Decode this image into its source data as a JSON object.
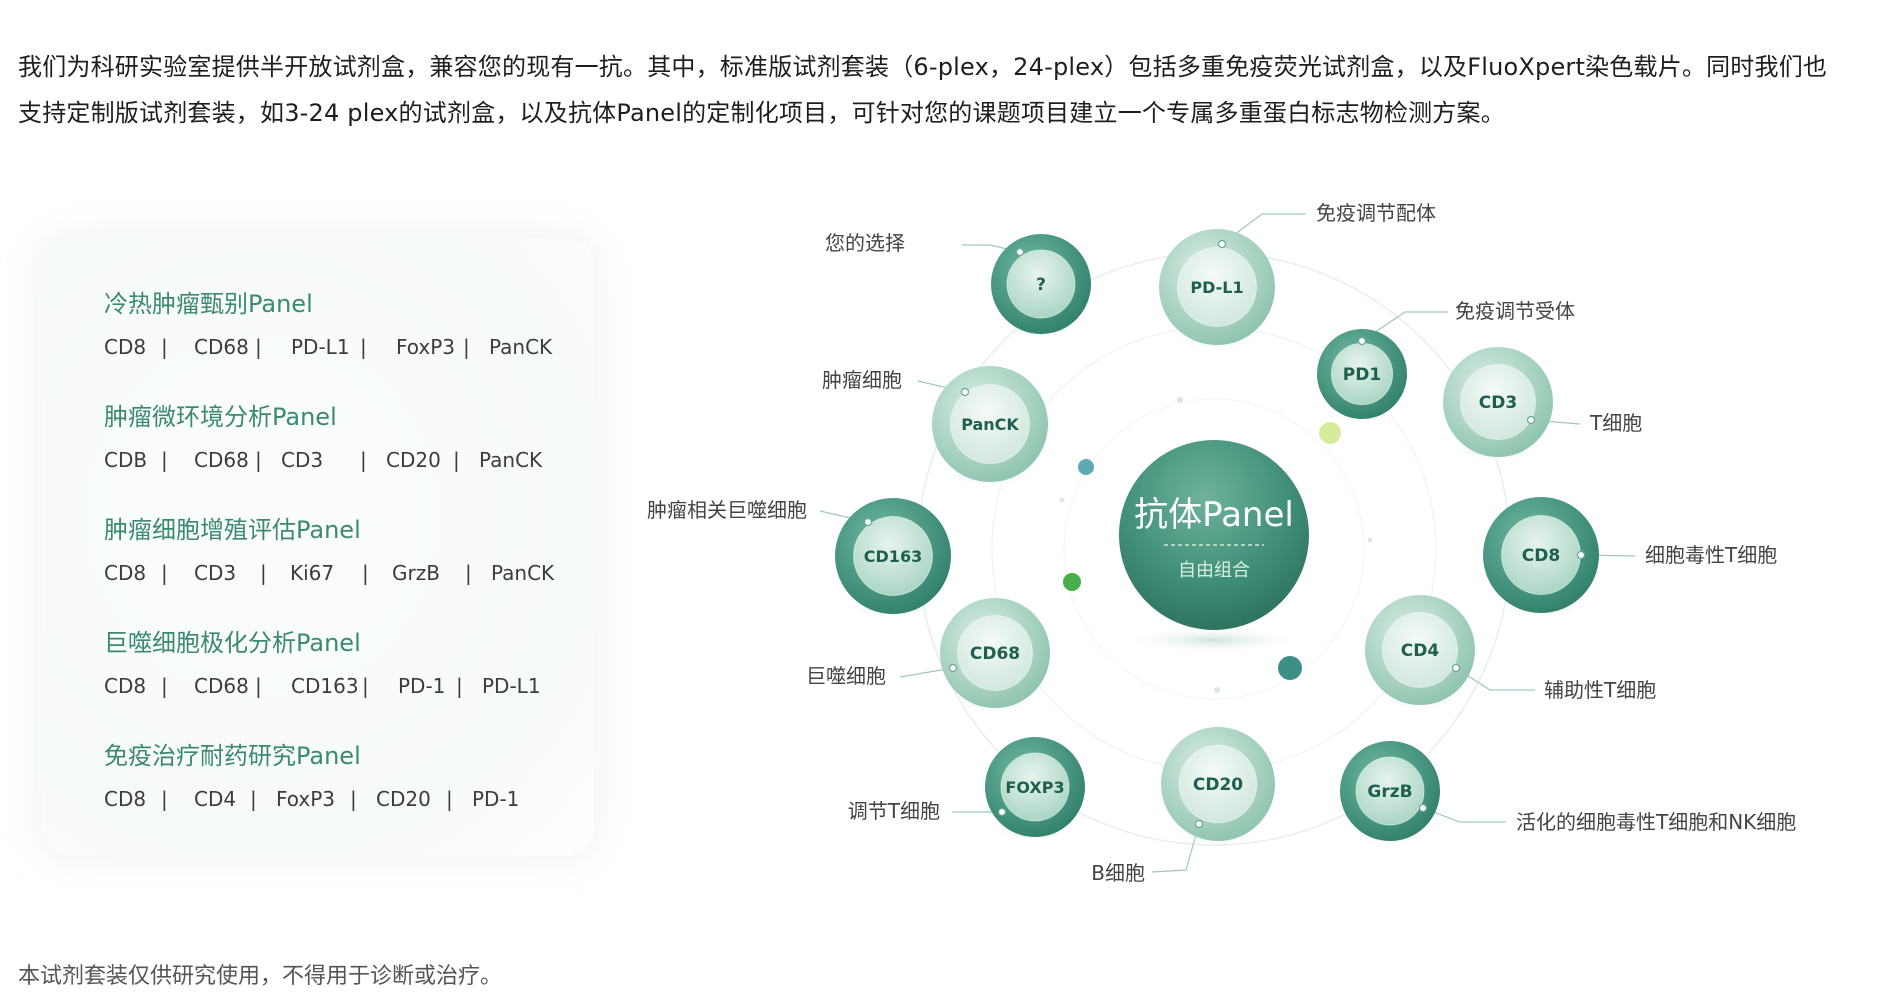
{
  "intro": {
    "line1": "我们为科研实验室提供半开放试剂盒，兼容您的现有一抗。其中，标准版试剂套装（6-plex，24-plex）包括多重免疫荧光试剂盒，以及FluoXpert染色载片。同时我们也",
    "line2": "支持定制版试剂套装，如3-24 plex的试剂盒，以及抗体Panel的定制化项目，可针对您的课题项目建立一个专属多重蛋白标志物检测方案。"
  },
  "panels": [
    {
      "title": "冷热肿瘤甄别Panel",
      "markers": [
        "CD8",
        "|",
        "CD68",
        "|",
        "PD-L1",
        "|",
        "FoxP3",
        "|",
        "PanCK"
      ]
    },
    {
      "title": "肿瘤微环境分析Panel",
      "markers": [
        "CDB",
        "|",
        "CD68",
        "|",
        "CD3",
        "|",
        "CD20",
        "|",
        "PanCK"
      ]
    },
    {
      "title": "肿瘤细胞增殖评估Panel",
      "markers": [
        "CD8",
        "|",
        "CD3",
        "|",
        "Ki67",
        "|",
        "GrzB",
        "|",
        "PanCK"
      ]
    },
    {
      "title": "巨噬细胞极化分析Panel",
      "markers": [
        "CD8",
        "|",
        "CD68",
        "|",
        "CD163",
        "|",
        "PD-1",
        "|",
        "PD-L1"
      ]
    },
    {
      "title": "免疫治疗耐药研究Panel",
      "markers": [
        "CD8",
        "|",
        "CD4",
        "|",
        "FoxP3",
        "|",
        "CD20",
        "|",
        "PD-1"
      ]
    }
  ],
  "center": {
    "title": "抗体Panel",
    "subtitle": "自由组合"
  },
  "nodes": [
    {
      "label": "?",
      "callout": "您的选择",
      "style": "dark"
    },
    {
      "label": "PD-L1",
      "callout": "免疫调节配体",
      "style": "light"
    },
    {
      "label": "PD1",
      "callout": "免疫调节受体",
      "style": "dark"
    },
    {
      "label": "CD3",
      "callout": "T细胞",
      "style": "light"
    },
    {
      "label": "CD8",
      "callout": "细胞毒性T细胞",
      "style": "dark"
    },
    {
      "label": "CD4",
      "callout": "辅助性T细胞",
      "style": "light"
    },
    {
      "label": "GrzB",
      "callout": "活化的细胞毒性T细胞和NK细胞",
      "style": "dark"
    },
    {
      "label": "CD20",
      "callout": "B细胞",
      "style": "light"
    },
    {
      "label": "FOXP3",
      "callout": "调节T细胞",
      "style": "dark"
    },
    {
      "label": "CD68",
      "callout": "巨噬细胞",
      "style": "light"
    },
    {
      "label": "CD163",
      "callout": "肿瘤相关巨噬细胞",
      "style": "dark"
    },
    {
      "label": "PanCK",
      "callout": "肿瘤细胞",
      "style": "light"
    }
  ],
  "colors": {
    "dark_ring": "#3f9a83",
    "dark_inner": "#cfe7dc",
    "light_ring": "#a9d4c2",
    "light_inner": "#e4f2eb",
    "center": "#3e8f79",
    "label": "#1f5f4e",
    "panel_title": "#3a8a72"
  },
  "footer": "本试剂套装仅供研究使用，不得用于诊断或治疗。"
}
